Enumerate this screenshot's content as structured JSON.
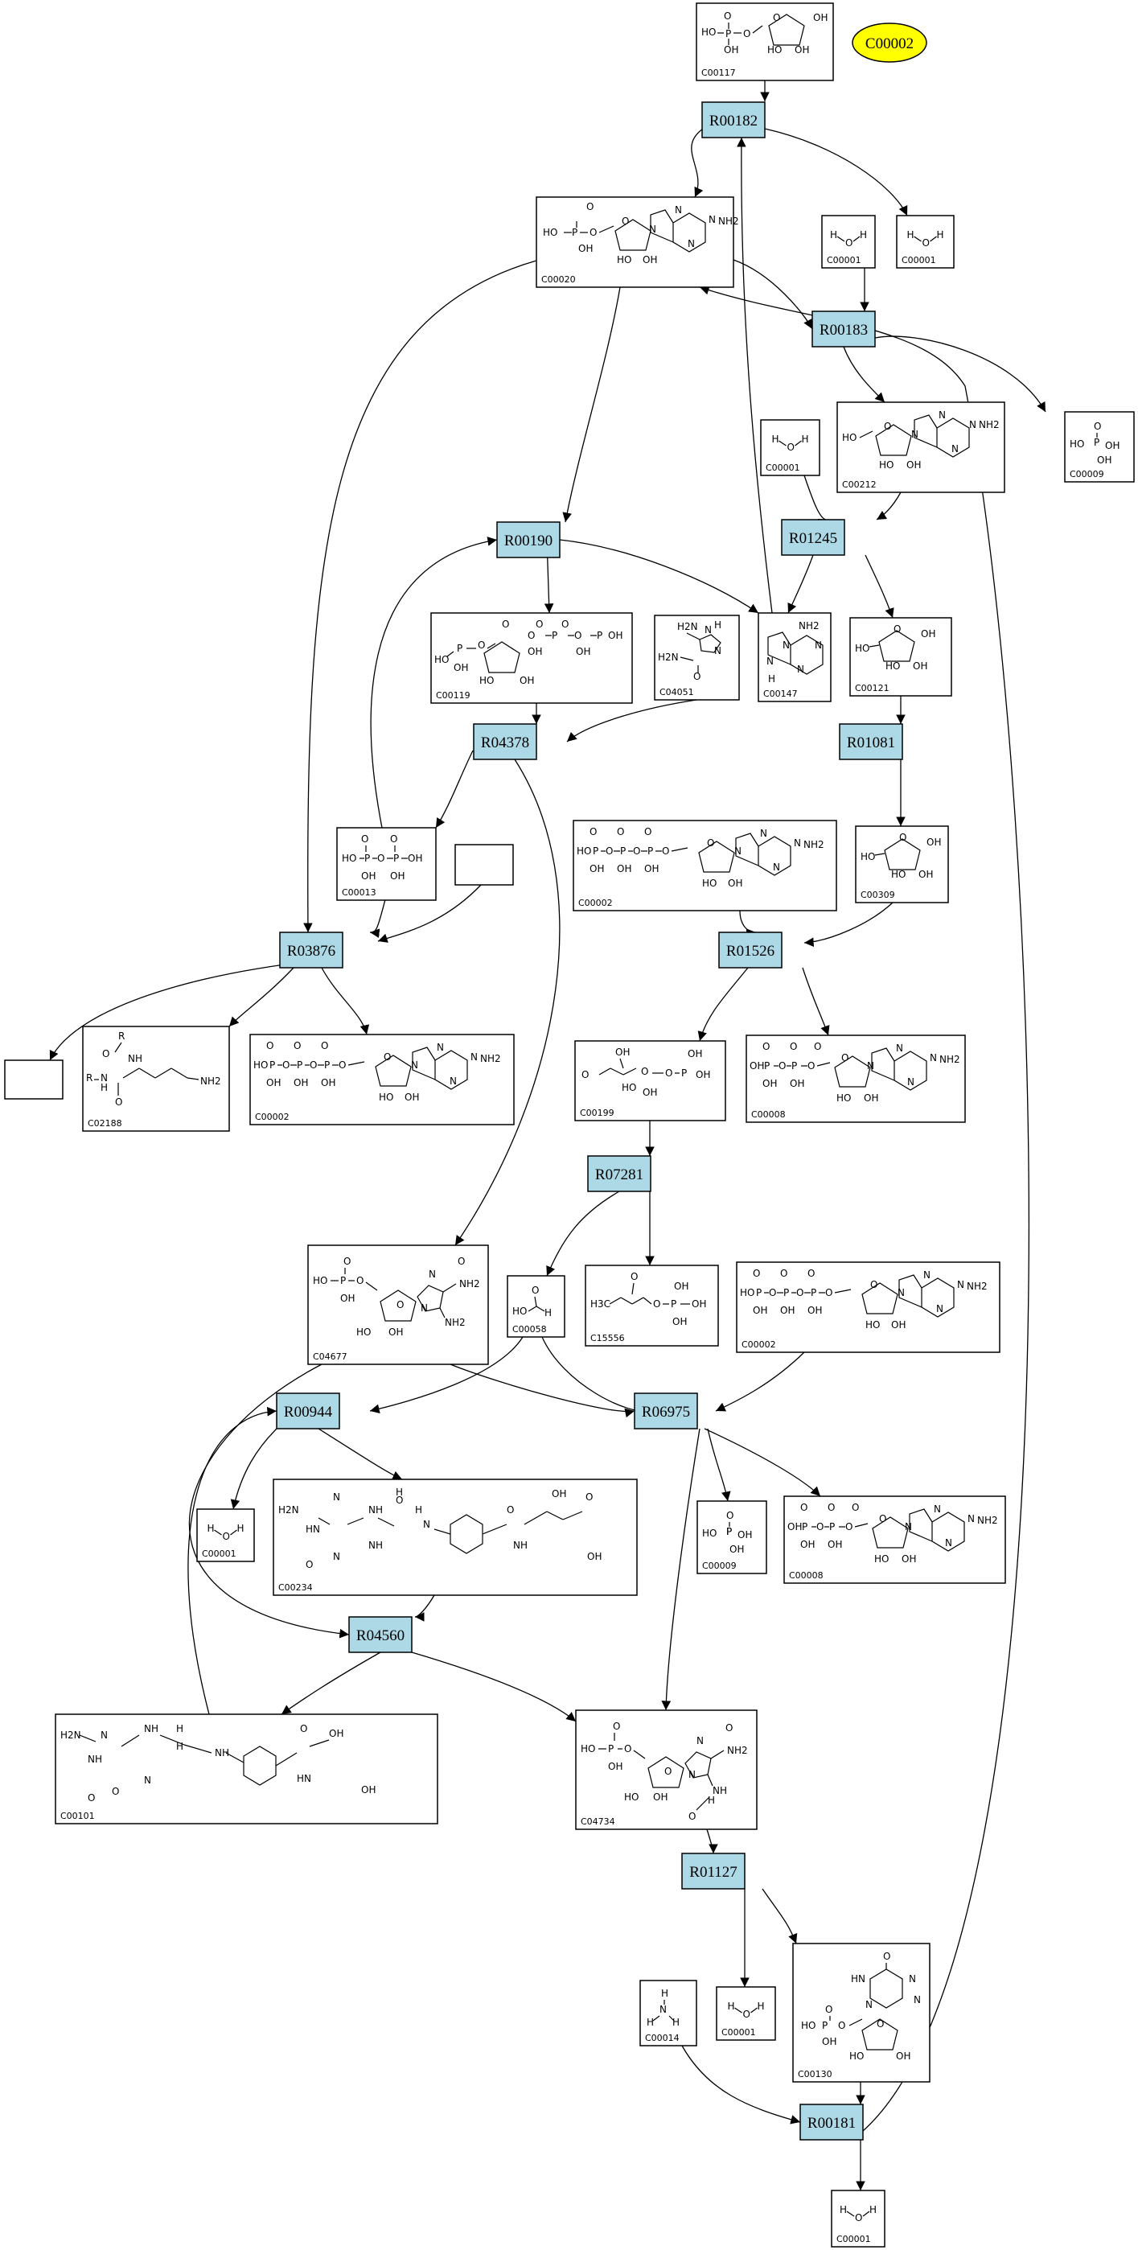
{
  "start_node": {
    "label": "C00002",
    "fill": "#ffff00"
  },
  "colors": {
    "reaction_fill": "#add8e6",
    "start_fill": "#ffff00"
  },
  "reactions": [
    {
      "id": "R00182"
    },
    {
      "id": "R00183"
    },
    {
      "id": "R01245"
    },
    {
      "id": "R00190"
    },
    {
      "id": "R04378"
    },
    {
      "id": "R01081"
    },
    {
      "id": "R03876"
    },
    {
      "id": "R01526"
    },
    {
      "id": "R07281"
    },
    {
      "id": "R00944"
    },
    {
      "id": "R06975"
    },
    {
      "id": "R04560"
    },
    {
      "id": "R01127"
    },
    {
      "id": "R00181"
    }
  ],
  "compounds": [
    {
      "key": "c00117",
      "id": "C00117",
      "atoms": [
        "O",
        "HO",
        "P",
        "O",
        "OH",
        "O",
        "OH",
        "HO",
        "OH"
      ]
    },
    {
      "key": "c00020",
      "id": "C00020",
      "atoms": [
        "O",
        "HO",
        "P",
        "O",
        "OH",
        "O",
        "N",
        "N",
        "N",
        "N",
        "NH2",
        "HO",
        "OH"
      ]
    },
    {
      "key": "c00001a",
      "id": "C00001",
      "atoms": [
        "H",
        "O",
        "H"
      ]
    },
    {
      "key": "c00001b",
      "id": "C00001",
      "atoms": [
        "H",
        "O",
        "H"
      ]
    },
    {
      "key": "c00009a",
      "id": "C00009",
      "atoms": [
        "O",
        "P",
        "HO",
        "OH",
        "OH"
      ]
    },
    {
      "key": "c00212",
      "id": "C00212",
      "atoms": [
        "HO",
        "O",
        "N",
        "N",
        "N",
        "N",
        "NH2",
        "HO",
        "OH"
      ]
    },
    {
      "key": "c00001c",
      "id": "C00001",
      "atoms": [
        "H",
        "O",
        "H"
      ]
    },
    {
      "key": "c00119",
      "id": "C00119",
      "atoms": [
        "O",
        "O",
        "O",
        "HO",
        "P",
        "O",
        "O",
        "P",
        "O",
        "P",
        "OH",
        "OH",
        "OH",
        "OH",
        "HO",
        "OH"
      ]
    },
    {
      "key": "c04051",
      "id": "C04051",
      "atoms": [
        "H2N",
        "N",
        "H",
        "H2N",
        "N",
        "O"
      ]
    },
    {
      "key": "c00147",
      "id": "C00147",
      "atoms": [
        "NH2",
        "N",
        "N",
        "N",
        "N",
        "H"
      ]
    },
    {
      "key": "c00121",
      "id": "C00121",
      "atoms": [
        "O",
        "OH",
        "HO",
        "HO",
        "OH"
      ]
    },
    {
      "key": "c00013",
      "id": "C00013",
      "atoms": [
        "O",
        "O",
        "HO",
        "P",
        "O",
        "P",
        "OH",
        "OH",
        "OH"
      ]
    },
    {
      "key": "c00002a",
      "id": "C00002",
      "atoms": [
        "O",
        "O",
        "O",
        "HO",
        "P",
        "O",
        "P",
        "O",
        "P",
        "O",
        "OH",
        "OH",
        "OH",
        "O",
        "N",
        "N",
        "N",
        "N",
        "NH2",
        "HO",
        "OH"
      ]
    },
    {
      "key": "c00309",
      "id": "C00309",
      "atoms": [
        "O",
        "OH",
        "HO",
        "HO",
        "OH"
      ]
    },
    {
      "key": "c02188",
      "id": "C02188",
      "atoms": [
        "R",
        "O",
        "NH",
        "R",
        "N",
        "H",
        "O",
        "NH2"
      ]
    },
    {
      "key": "c00002b",
      "id": "C00002",
      "atoms": [
        "O",
        "O",
        "O",
        "HO",
        "P",
        "O",
        "P",
        "O",
        "P",
        "O",
        "OH",
        "OH",
        "OH",
        "O",
        "N",
        "N",
        "N",
        "N",
        "NH2",
        "HO",
        "OH"
      ]
    },
    {
      "key": "c00199",
      "id": "C00199",
      "atoms": [
        "OH",
        "O",
        "HO",
        "O",
        "OH",
        "O",
        "P",
        "OH",
        "OH"
      ]
    },
    {
      "key": "c00008",
      "id": "C00008",
      "atoms": [
        "O",
        "O",
        "O",
        "P",
        "O",
        "P",
        "O",
        "OH",
        "OH",
        "OH",
        "O",
        "N",
        "N",
        "N",
        "N",
        "NH2",
        "HO",
        "OH"
      ]
    },
    {
      "key": "c04677",
      "id": "C04677",
      "atoms": [
        "O",
        "HO",
        "P",
        "O",
        "OH",
        "O",
        "N",
        "N",
        "O",
        "NH2",
        "NH2",
        "HO",
        "OH"
      ]
    },
    {
      "key": "c00058",
      "id": "C00058",
      "atoms": [
        "O",
        "HO",
        "H"
      ]
    },
    {
      "key": "c15556",
      "id": "C15556",
      "atoms": [
        "O",
        "H3C",
        "O",
        "P",
        "OH",
        "OH",
        "OH"
      ]
    },
    {
      "key": "c00002c",
      "id": "C00002",
      "atoms": [
        "O",
        "O",
        "O",
        "HO",
        "P",
        "O",
        "P",
        "O",
        "P",
        "O",
        "OH",
        "OH",
        "OH",
        "O",
        "N",
        "N",
        "N",
        "N",
        "NH2",
        "HO",
        "OH"
      ]
    },
    {
      "key": "c00001d",
      "id": "C00001",
      "atoms": [
        "H",
        "O",
        "H"
      ]
    },
    {
      "key": "c00234",
      "id": "C00234",
      "atoms": [
        "N",
        "H2N",
        "NH",
        "H",
        "O",
        "H",
        "N",
        "O",
        "OH",
        "O",
        "NH",
        "HN",
        "NH",
        "N",
        "O",
        "OH"
      ]
    },
    {
      "key": "c00009b",
      "id": "C00009",
      "atoms": [
        "O",
        "HO",
        "P",
        "OH",
        "OH"
      ]
    },
    {
      "key": "c00008b",
      "id": "C00008",
      "atoms": [
        "O",
        "O",
        "O",
        "P",
        "O",
        "P",
        "O",
        "OH",
        "OH",
        "OH",
        "O",
        "N",
        "N",
        "N",
        "N",
        "NH2",
        "HO",
        "OH"
      ]
    },
    {
      "key": "c00101",
      "id": "C00101",
      "atoms": [
        "H2N",
        "N",
        "NH",
        "H",
        "H",
        "O",
        "OH",
        "NH",
        "HN",
        "NH",
        "N",
        "O",
        "O",
        "OH"
      ]
    },
    {
      "key": "c04734",
      "id": "C04734",
      "atoms": [
        "O",
        "HO",
        "P",
        "O",
        "OH",
        "O",
        "N",
        "N",
        "O",
        "NH2",
        "NH",
        "HO",
        "OH",
        "O",
        "H"
      ]
    },
    {
      "key": "c00014",
      "id": "C00014",
      "atoms": [
        "H",
        "N",
        "H",
        "H"
      ]
    },
    {
      "key": "c00001e",
      "id": "C00001",
      "atoms": [
        "H",
        "O",
        "H"
      ]
    },
    {
      "key": "c00130",
      "id": "C00130",
      "atoms": [
        "O",
        "HN",
        "N",
        "N",
        "N",
        "HO",
        "P",
        "O",
        "OH",
        "O",
        "O",
        "HO",
        "OH"
      ]
    },
    {
      "key": "c00001f",
      "id": "C00001",
      "atoms": [
        "H",
        "O",
        "H"
      ]
    }
  ]
}
